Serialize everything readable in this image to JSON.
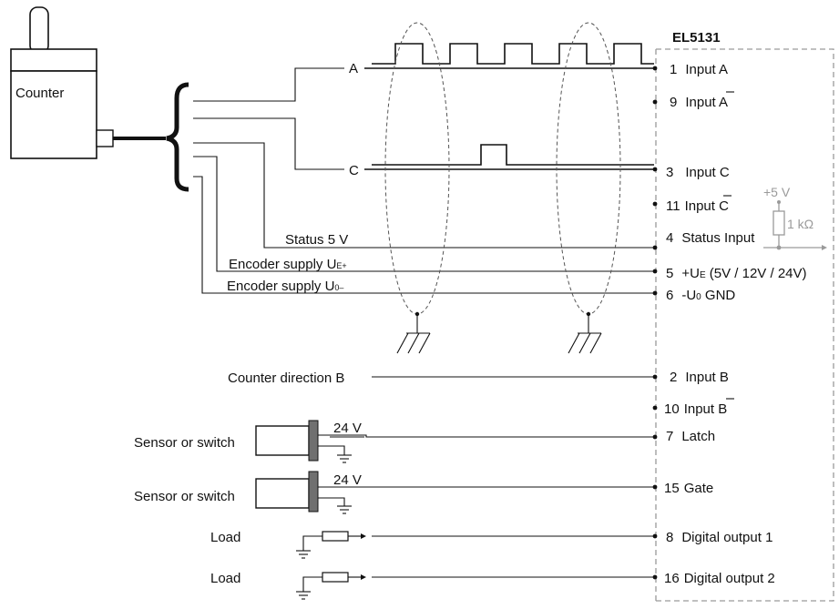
{
  "module": {
    "name": "EL5131"
  },
  "encoder": {
    "label": "Counter"
  },
  "signals": {
    "a": "A",
    "c": "C",
    "status": "Status 5 V",
    "supply_plus": "Encoder supply U",
    "supply_plus_sub": "E+",
    "supply_minus": "Encoder supply U",
    "supply_minus_sub": "0–",
    "direction": "Counter direction  B"
  },
  "devices": {
    "sensor1": "Sensor or switch",
    "sensor2": "Sensor or switch",
    "voltage1": "24 V",
    "voltage2": "24 V",
    "load1": "Load",
    "load2": "Load"
  },
  "pullup": {
    "voltage": "+5 V",
    "resistor": "1 kΩ"
  },
  "terminals": [
    {
      "num": "1",
      "label": "Input A"
    },
    {
      "num": "9",
      "label": "Input A",
      "overbar": true
    },
    {
      "num": "3",
      "label": "Input C"
    },
    {
      "num": "11",
      "label": "Input C",
      "overbar": true
    },
    {
      "num": "4",
      "label": "Status Input"
    },
    {
      "num": "5",
      "label": "+U",
      "sub": "E",
      "tail": " (5V / 12V / 24V)"
    },
    {
      "num": "6",
      "label": "-U",
      "sub": "0",
      "tail": "  GND"
    },
    {
      "num": "2",
      "label": "Input B"
    },
    {
      "num": "10",
      "label": "Input B",
      "overbar": true
    },
    {
      "num": "7",
      "label": "Latch"
    },
    {
      "num": "15",
      "label": "Gate"
    },
    {
      "num": "8",
      "label": "Digital output 1"
    },
    {
      "num": "16",
      "label": "Digital output 2"
    }
  ]
}
